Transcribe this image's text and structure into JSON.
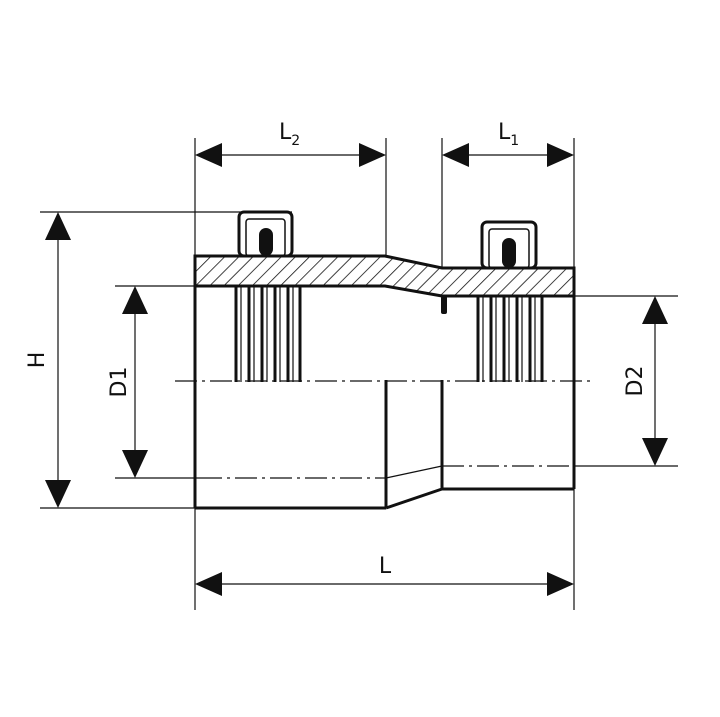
{
  "labels": {
    "L2_main": "L",
    "L2_sub": "2",
    "L1_main": "L",
    "L1_sub": "1",
    "H": "H",
    "D1": "D1",
    "D2": "D2",
    "L": "L"
  }
}
